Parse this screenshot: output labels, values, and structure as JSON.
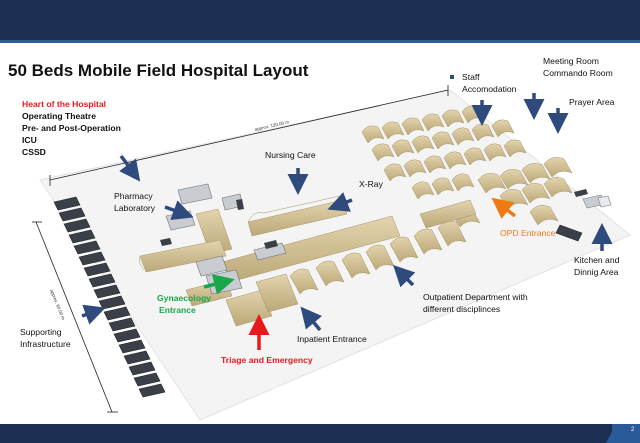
{
  "slide": {
    "title": "50 Beds Mobile Field Hospital Layout",
    "page_number": "2"
  },
  "heart": {
    "heading": "Heart of the Hospital",
    "items": [
      "Operating Theatre",
      "Pre- and Post-Operation",
      "ICU",
      "CSSD"
    ]
  },
  "labels": {
    "pharmacy_line1": "Pharmacy",
    "pharmacy_line2": "Laboratory",
    "nursing": "Nursing Care",
    "xray": "X-Ray",
    "staff_line1": "Staff",
    "staff_line2": "Accomodation",
    "meeting_line1": "Meeting Room",
    "meeting_line2": "Commando Room",
    "prayer": "Prayer Area",
    "opd_entrance": "OPD Entrance",
    "kitchen_line1": "Kitchen and",
    "kitchen_line2": "Dinnig Area",
    "outpatient_line1": "Outpatient Department with",
    "outpatient_line2": "different disciplinces",
    "gyn_line1": "Gynaecology",
    "gyn_line2": "Entrance",
    "inpatient": "Inpatient Entrance",
    "triage": "Triage and Emergency",
    "supporting_line1": "Supporting",
    "supporting_line2": "Infrastructure",
    "dim_top": "approx. 120,00 m",
    "dim_left": "approx. 60,00 m"
  },
  "colors": {
    "header_bar": "#1b2f52",
    "arrow_navy": "#2f4a7d",
    "arrow_red": "#e8191c",
    "arrow_green": "#1aa64a",
    "arrow_orange": "#f07a12",
    "tent": "#d6c49a",
    "tent_shade": "#b9a577",
    "container_dark": "#3a3f48",
    "container_light": "#c9cdd2"
  }
}
